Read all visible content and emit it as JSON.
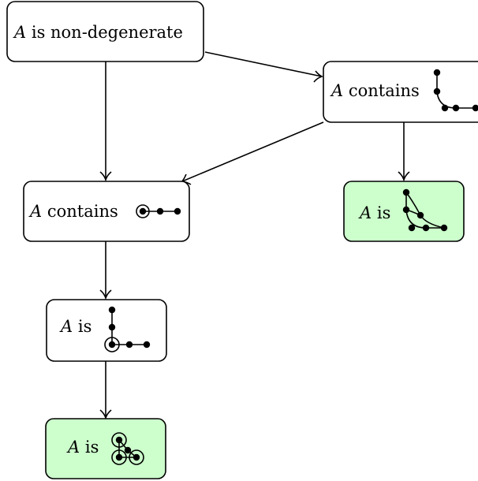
{
  "nodes": [
    {
      "id": "nondeg",
      "var": "A",
      "text": " is non-degenerate",
      "highlight": false
    },
    {
      "id": "contains_L",
      "var": "A",
      "text": " contains",
      "highlight": false
    },
    {
      "id": "contains_path",
      "var": "A",
      "text": " contains",
      "highlight": false
    },
    {
      "id": "is_triangleL",
      "var": "A",
      "text": " is",
      "highlight": true
    },
    {
      "id": "is_L_circled",
      "var": "A",
      "text": " is",
      "highlight": false
    },
    {
      "id": "is_triangle_circled",
      "var": "A",
      "text": " is",
      "highlight": true
    }
  ],
  "edges": [
    {
      "from": "nondeg",
      "to": "contains_L"
    },
    {
      "from": "nondeg",
      "to": "contains_path"
    },
    {
      "from": "contains_L",
      "to": "contains_path"
    },
    {
      "from": "contains_L",
      "to": "is_triangleL"
    },
    {
      "from": "contains_path",
      "to": "is_L_circled"
    },
    {
      "from": "is_L_circled",
      "to": "is_triangle_circled"
    }
  ],
  "colors": {
    "highlight_fill": "#ccffcc",
    "node_fill": "#ffffff",
    "stroke": "#000000"
  }
}
